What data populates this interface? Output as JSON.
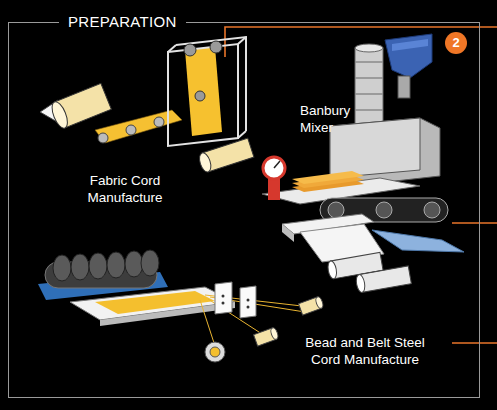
{
  "diagram": {
    "nodes": [
      {
        "text": [
          "PREPARATION"
        ]
      },
      {
        "text": [
          "2"
        ],
        "in": 0
      }
    ],
    "labels": [
      "Fabric Cord Manufacture",
      "Banbury Mixer",
      "Bead and Belt Steel Cord Manufacture"
    ]
  }
}
